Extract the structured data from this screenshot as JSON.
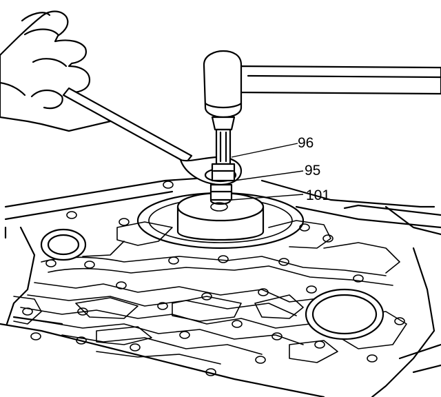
{
  "diagram": {
    "callouts": [
      {
        "id": "96",
        "label": "96"
      },
      {
        "id": "95",
        "label": "95"
      },
      {
        "id": "101",
        "label": "101"
      }
    ],
    "colors": {
      "ink": "#000000",
      "paper": "#ffffff"
    }
  }
}
